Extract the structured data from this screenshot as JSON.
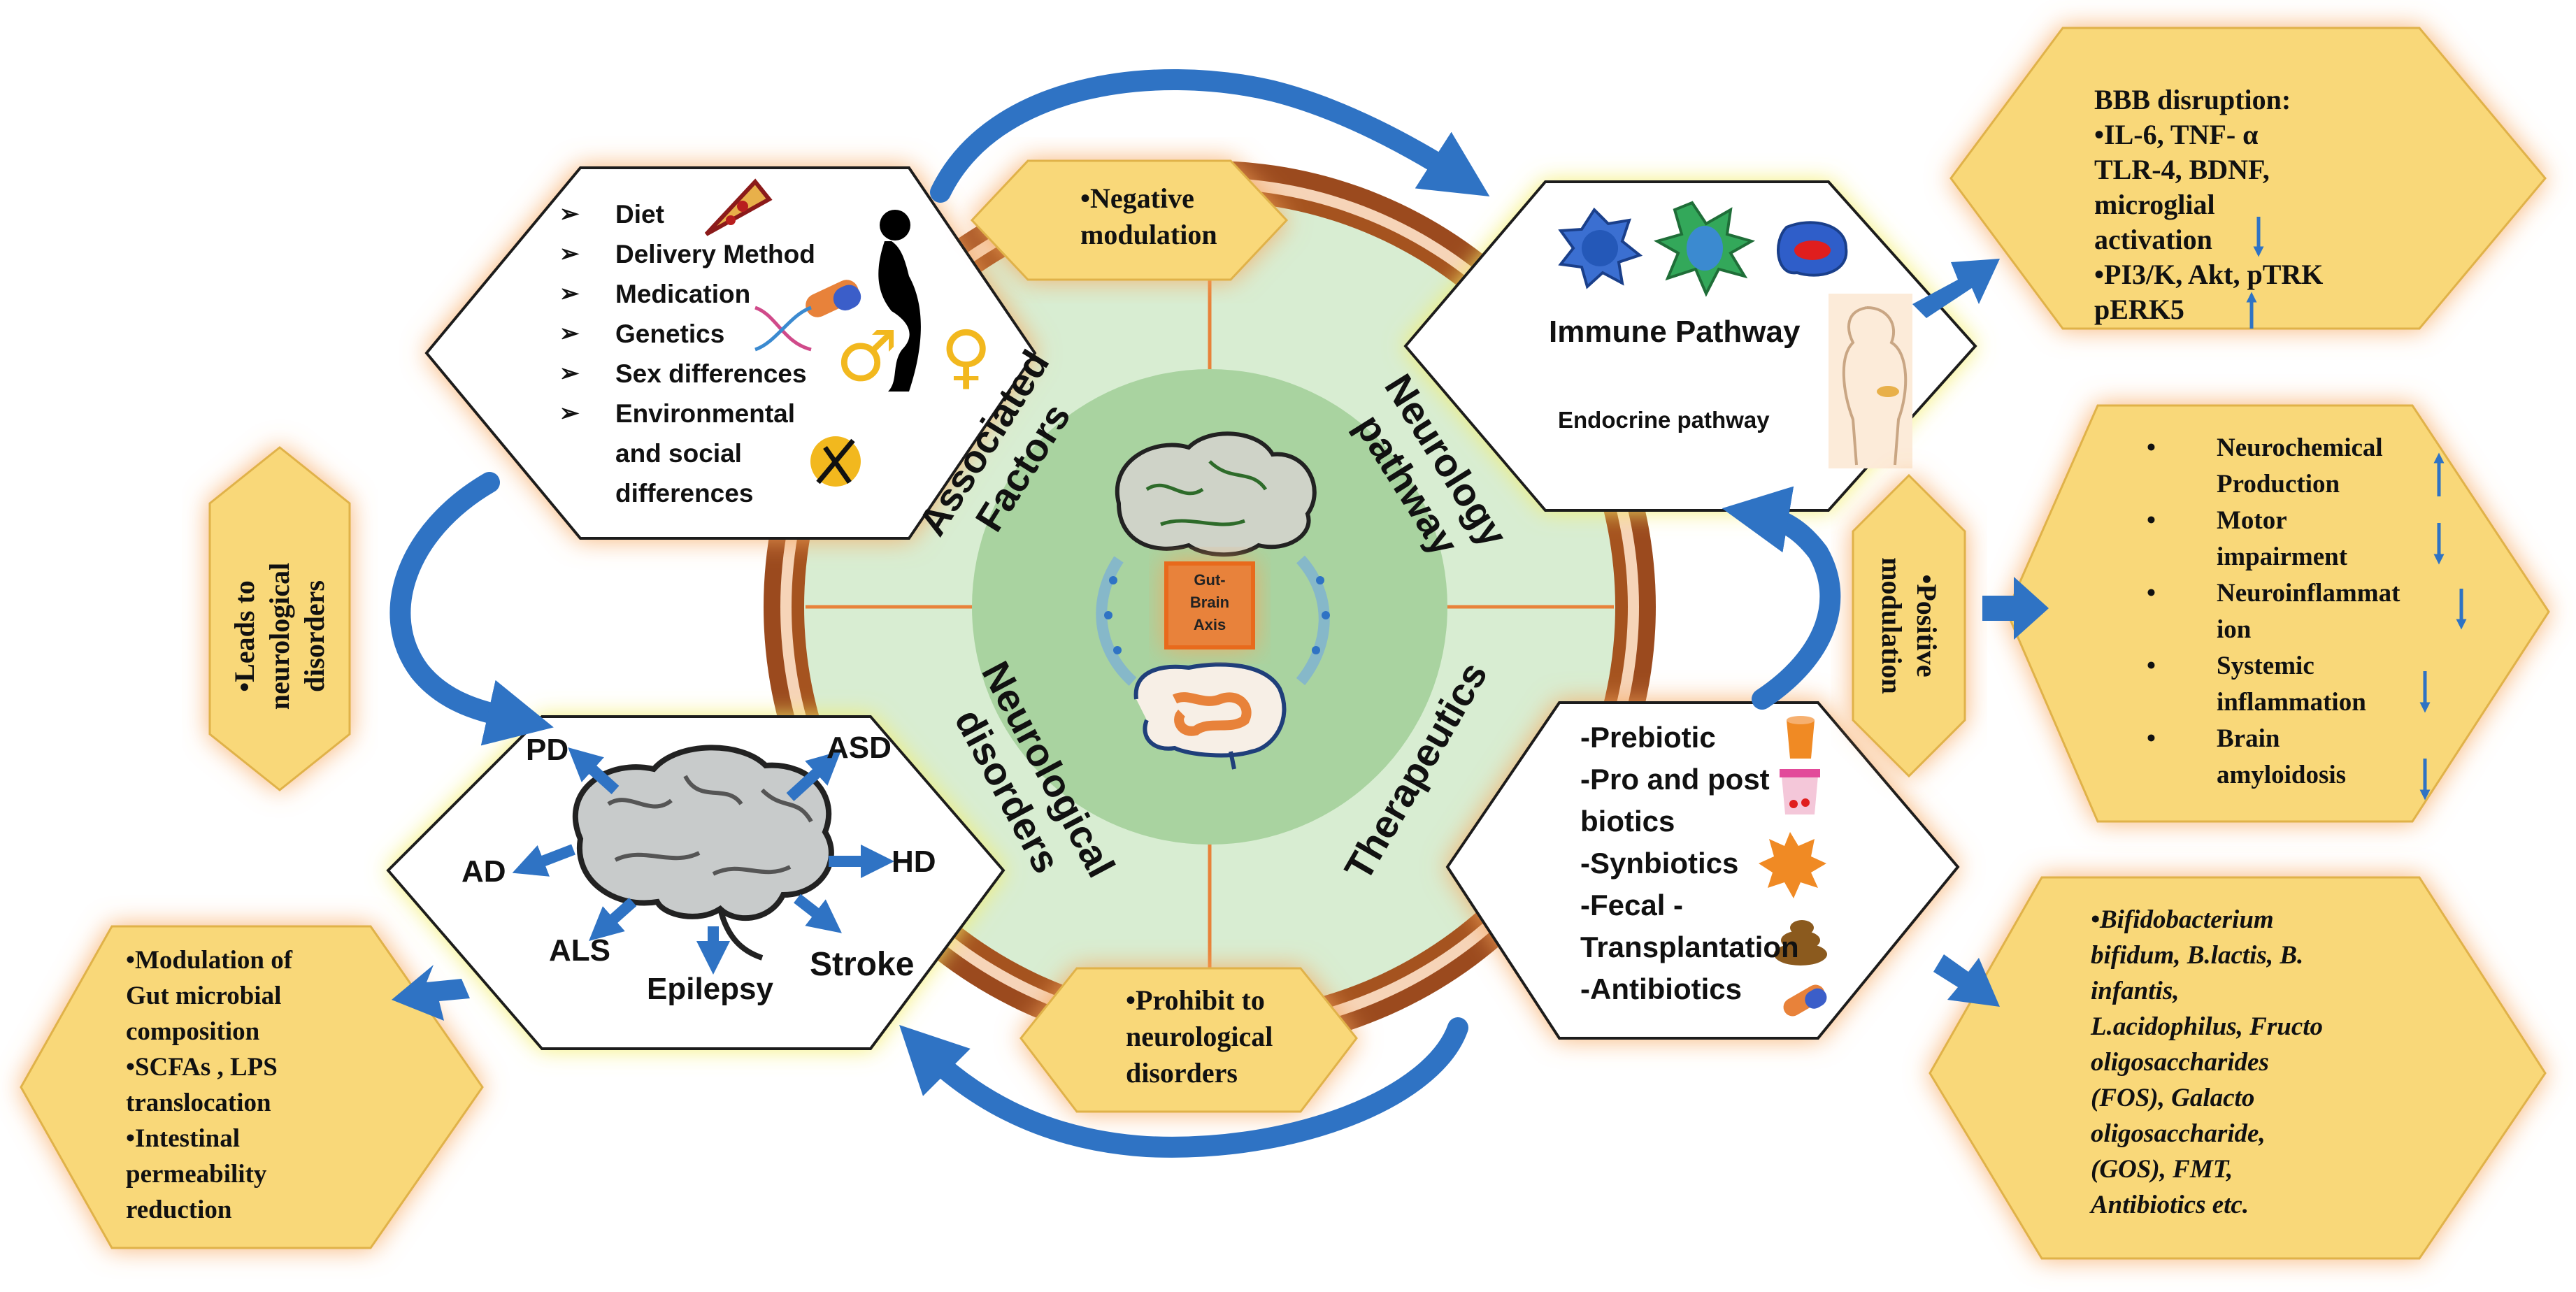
{
  "center": {
    "hub": "Gut-\nBrain\nAxis",
    "quadrants": {
      "associated_factors": "Associated\nFactors",
      "neurology_pathway": "Neurology\npathway",
      "neurological_disorders": "Neurological\ndisorders",
      "therapeutics": "Therapeutics"
    }
  },
  "factors": {
    "items": [
      "Diet",
      "Delivery Method",
      "Medication",
      "Genetics",
      "Sex differences",
      "Environmental\nand social\ndifferences"
    ]
  },
  "pathway": {
    "immune": "Immune Pathway",
    "endocrine": "Endocrine pathway"
  },
  "bbb": {
    "title": "BBB disruption:",
    "lines": [
      "•IL-6, TNF- α",
      "TLR-4, BDNF,",
      "microglial",
      "activation",
      "•PI3/K, Akt, pTRK",
      "pERK5"
    ]
  },
  "effects": {
    "items": [
      "Neurochemical\nProduction",
      "Motor\nimpairment",
      "Neuroinflammat\nion",
      "Systemic\ninflammation",
      "Brain\namyloidosis"
    ]
  },
  "therapeutics_list": {
    "items": [
      "-Prebiotic",
      "-Pro and post",
      "biotics",
      "-Synbiotics",
      "-Fecal -",
      "Transplantation",
      "-Antibiotics"
    ]
  },
  "bacteria": {
    "text": "•Bifidobacterium\nbifidum, B.lactis, B.\ninfantis,\nL.acidophilus, Fructo\noligosaccharides\n(FOS), Galacto\noligosaccharide,\n(GOS), FMT,\nAntibiotics etc."
  },
  "disorders": {
    "PD": "PD",
    "ASD": "ASD",
    "AD": "AD",
    "HD": "HD",
    "ALS": "ALS",
    "Epilepsy": "Epilepsy",
    "Stroke": "Stroke"
  },
  "gut_mod": {
    "lines": [
      "•Modulation of",
      "Gut microbial",
      "composition",
      "•SCFAs , LPS",
      "translocation",
      "•Intestinal",
      "permeability",
      "reduction"
    ]
  },
  "labels": {
    "negative": "•Negative\nmodulation",
    "positive": "•Positive\nmodulation",
    "leads": "•Leads to\nneurological\ndisorders",
    "prohibit": "•Prohibit to\nneurological\ndisorders"
  },
  "symbols": {
    "male": "♂",
    "female": "♀"
  },
  "colors": {
    "hex_fill": "#F9D879",
    "glow": "#F7A65C",
    "ring": "#9B4A1E",
    "inner": "#D8EDD2",
    "hub": "#A9D3A0",
    "arrow": "#2F73C4"
  }
}
